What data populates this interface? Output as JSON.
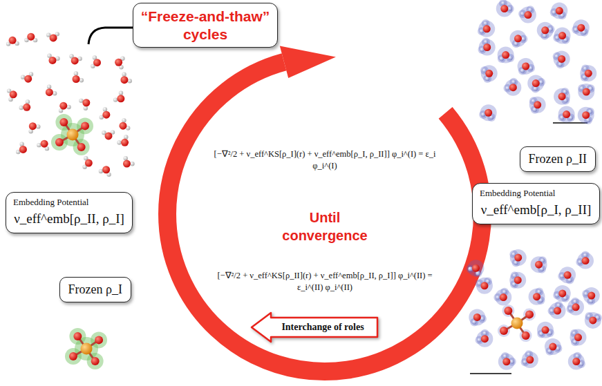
{
  "diagram": {
    "nodes": [
      {
        "text": [
          "“Freeze-and-thaw” cycles"
        ]
      },
      {
        "text": [
          "Frozen ρ_II"
        ]
      },
      {
        "text": [
          "Embedding Potential",
          "ν_eff^emb[ρ_I, ρ_II]"
        ]
      },
      {
        "text": [
          "Embedding Potential",
          "ν_eff^emb[ρ_II, ρ_I]"
        ]
      },
      {
        "text": [
          "Frozen ρ_I"
        ]
      },
      {
        "text": [
          "Interchange of roles"
        ]
      }
    ],
    "labels": [
      "[−∇²/2 + ν_eff^KS[ρ_I](r) + ν_eff^emb[ρ_I, ρ_II]] φ_i^(I) = ε_i φ_i^(I)",
      "Until convergence",
      "[−∇²/2 + ν_eff^KS[ρ_II](r) + ν_eff^emb[ρ_II, ρ_I]] φ_i^(II) = ε_i^(II) φ_i^(II)"
    ]
  }
}
